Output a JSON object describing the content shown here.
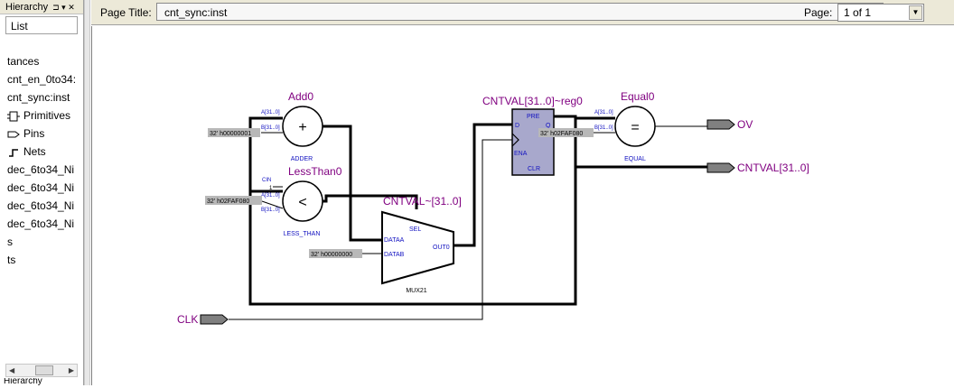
{
  "left_panel": {
    "header_label": "Hierarchy",
    "header_controls": "⊐ ▾ ✕",
    "list_tab": "List",
    "items": [
      "tances",
      "cnt_en_0to34:",
      "cnt_sync:inst",
      "Primitives",
      "Pins",
      "Nets",
      "dec_6to34_Ni",
      "dec_6to34_Ni",
      "dec_6to34_Ni",
      "dec_6to34_Ni",
      "s",
      "ts"
    ],
    "bottom_text": "Hierarchy"
  },
  "toolbar": {
    "page_title_label": "Page Title:",
    "page_title_value": "cnt_sync:inst",
    "page_label": "Page:",
    "page_value": "1 of 1"
  },
  "schematic": {
    "adder": {
      "name": "Add0",
      "symbol": "+",
      "type": "ADDER",
      "port_a": "A[31..0]",
      "port_b": "B[31..0]"
    },
    "const_adder": "32' h00000001",
    "comparator": {
      "name": "LessThan0",
      "symbol": "<",
      "type": "LESS_THAN",
      "port_cin": "CIN",
      "port_a": "A[31..0]",
      "port_b": "B[31..0]",
      "cin_value": "1"
    },
    "const_compare": "32' h02FAF080",
    "mux": {
      "name": "CNTVAL~[31..0]",
      "type": "MUX21",
      "port_dataa": "DATAA",
      "port_datab": "DATAB",
      "port_sel": "SEL",
      "port_out": "OUT0"
    },
    "const_mux": "32' h00000000",
    "register": {
      "name": "CNTVAL[31..0]~reg0",
      "port_pre": "PRE",
      "port_d": "D",
      "port_q": "Q",
      "port_ena": "ENA",
      "port_clr": "CLR"
    },
    "equal": {
      "name": "Equal0",
      "symbol": "=",
      "type": "EQUAL",
      "port_a": "A[31..0]",
      "port_b": "B[31..0]"
    },
    "const_equal": "32' h02FAF080",
    "output_ov": "OV",
    "output_cntval": "CNTVAL[31..0]",
    "input_clk": "CLK",
    "colors": {
      "instance_name": "#800080",
      "port_label": "#1010c0",
      "register_fill": "#a8a8cc",
      "pin_fill": "#808080",
      "const_fill": "#b8b8b8"
    }
  }
}
